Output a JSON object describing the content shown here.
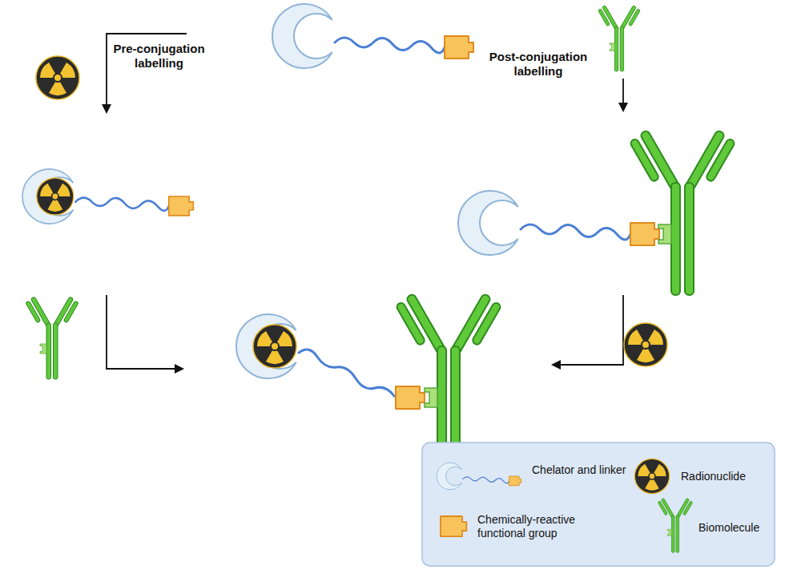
{
  "diagram": {
    "labels": [
      "Pre-conjugation labelling",
      "Post-conjugation labelling"
    ],
    "legend": [
      {
        "text": "Chelator and linker"
      },
      {
        "text": "Radionuclide"
      },
      {
        "text": "Chemically-reactive functional group"
      },
      {
        "text": "Biomolecule"
      }
    ]
  }
}
